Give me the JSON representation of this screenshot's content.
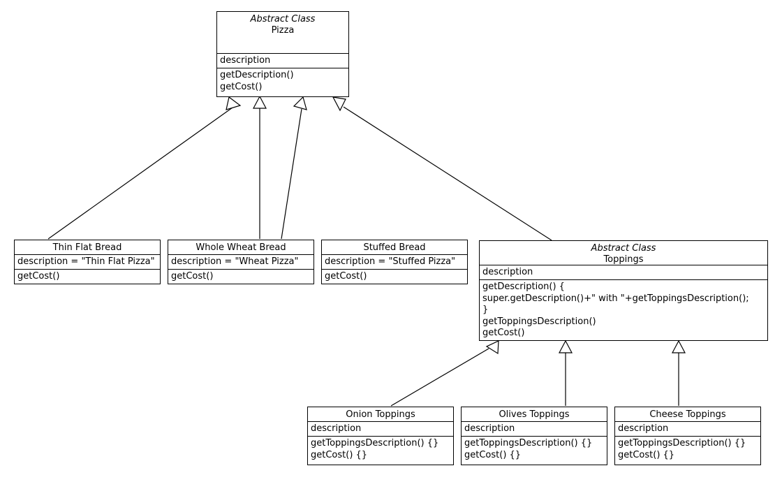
{
  "diagram": {
    "type": "uml-class-diagram",
    "title": "Pizza Decorator Class Diagram",
    "background_color": "#ffffff",
    "line_color": "#000000",
    "relationship_type": "generalization"
  },
  "classes": [
    {
      "id": "pizza",
      "stereotype": "Abstract Class",
      "name": "Pizza",
      "attributes": [
        "description"
      ],
      "operations": [
        "getDescription()",
        "getCost()"
      ]
    },
    {
      "id": "thin-flat-bread",
      "stereotype": "",
      "name": "Thin Flat Bread",
      "attributes": [
        "description = \"Thin Flat Pizza\""
      ],
      "operations": [
        "getCost()"
      ]
    },
    {
      "id": "whole-wheat-bread",
      "stereotype": "",
      "name": "Whole Wheat Bread",
      "attributes": [
        "description = \"Wheat Pizza\""
      ],
      "operations": [
        "getCost()"
      ]
    },
    {
      "id": "stuffed-bread",
      "stereotype": "",
      "name": "Stuffed Bread",
      "attributes": [
        "description = \"Stuffed Pizza\""
      ],
      "operations": [
        "getCost()"
      ]
    },
    {
      "id": "toppings",
      "stereotype": "Abstract Class",
      "name": "Toppings",
      "attributes": [
        "description"
      ],
      "operations": [
        "getDescription() {",
        "super.getDescription()+\" with \"+getToppingsDescription();",
        "}",
        "getToppingsDescription()",
        "getCost()"
      ]
    },
    {
      "id": "onion-toppings",
      "stereotype": "",
      "name": "Onion Toppings",
      "attributes": [
        "description"
      ],
      "operations": [
        "getToppingsDescription() {}",
        "getCost() {}"
      ]
    },
    {
      "id": "olives-toppings",
      "stereotype": "",
      "name": "Olives Toppings",
      "attributes": [
        "description"
      ],
      "operations": [
        "getToppingsDescription() {}",
        "getCost() {}"
      ]
    },
    {
      "id": "cheese-toppings",
      "stereotype": "",
      "name": "Cheese Toppings",
      "attributes": [
        "description"
      ],
      "operations": [
        "getToppingsDescription() {}",
        "getCost() {}"
      ]
    }
  ],
  "relationships": [
    {
      "from": "thin-flat-bread",
      "to": "pizza",
      "kind": "generalization"
    },
    {
      "from": "whole-wheat-bread",
      "to": "pizza",
      "kind": "generalization"
    },
    {
      "from": "stuffed-bread",
      "to": "pizza",
      "kind": "generalization"
    },
    {
      "from": "toppings",
      "to": "pizza",
      "kind": "generalization"
    },
    {
      "from": "onion-toppings",
      "to": "toppings",
      "kind": "generalization"
    },
    {
      "from": "olives-toppings",
      "to": "toppings",
      "kind": "generalization"
    },
    {
      "from": "cheese-toppings",
      "to": "toppings",
      "kind": "generalization"
    }
  ]
}
